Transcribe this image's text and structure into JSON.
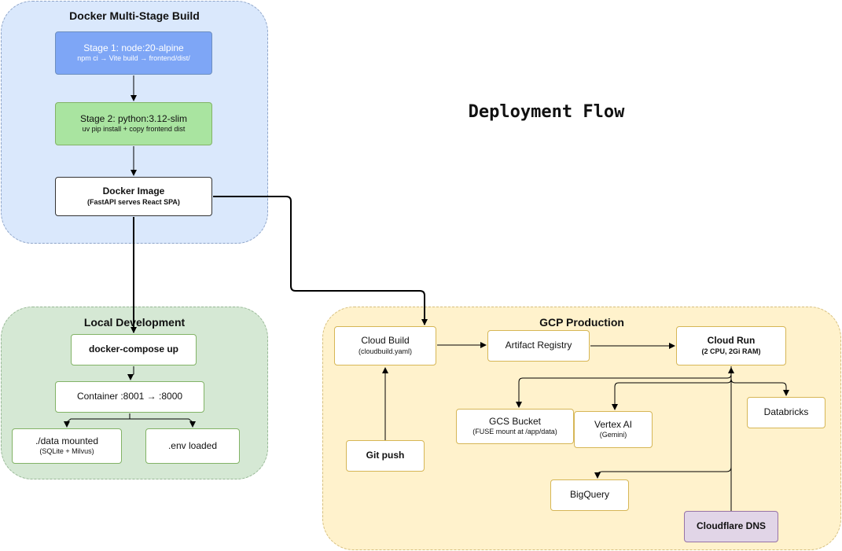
{
  "diagram_title": "Deployment Flow",
  "groups": {
    "docker": {
      "title": "Docker Multi-Stage Build"
    },
    "local": {
      "title": "Local Development"
    },
    "gcp": {
      "title": "GCP Production"
    }
  },
  "nodes": {
    "stage1": {
      "title": "Stage 1: node:20-alpine",
      "subtitle": "npm ci → Vite build → frontend/dist/"
    },
    "stage2": {
      "title": "Stage 2: python:3.12-slim",
      "subtitle": "uv pip install + copy frontend dist"
    },
    "image": {
      "title": "Docker Image",
      "subtitle": "(FastAPI serves React SPA)"
    },
    "compose": {
      "title": "docker-compose up"
    },
    "container": {
      "title": "Container :8001 → :8000"
    },
    "data": {
      "title": "./data mounted",
      "subtitle": "(SQLite + Milvus)"
    },
    "env": {
      "title": ".env loaded"
    },
    "cloudbuild": {
      "title": "Cloud Build",
      "subtitle": "(cloudbuild.yaml)"
    },
    "registry": {
      "title": "Artifact Registry"
    },
    "cloudrun": {
      "title": "Cloud Run",
      "subtitle": "(2 CPU, 2Gi RAM)"
    },
    "gcs": {
      "title": "GCS Bucket",
      "subtitle": "(FUSE mount at /app/data)"
    },
    "vertex": {
      "title": "Vertex AI",
      "subtitle": "(Gemini)"
    },
    "databricks": {
      "title": "Databricks"
    },
    "gitpush": {
      "title": "Git push"
    },
    "bigquery": {
      "title": "BigQuery"
    },
    "cloudflare": {
      "title": "Cloudflare DNS"
    }
  },
  "colors": {
    "stage1_fill": "#7ea6f6",
    "stage2_fill": "#a9e4a0",
    "cloudflare_fill": "#e1d5e7",
    "edge": "#000000"
  }
}
